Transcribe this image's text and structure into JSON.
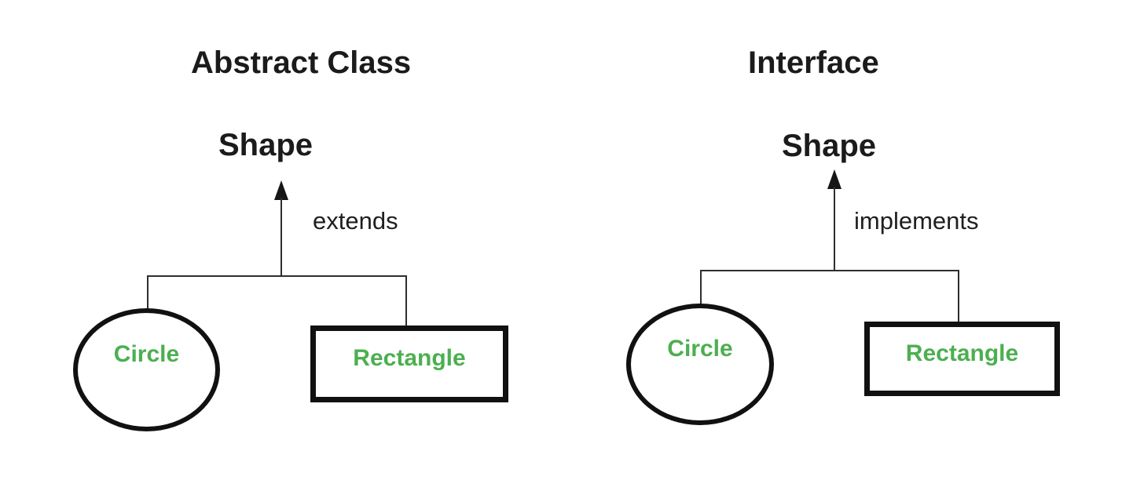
{
  "colors": {
    "background": "#ffffff",
    "text": "#1b1b1b",
    "shape_border": "#111111",
    "connector_line": "#2e2e2e",
    "label_green": "#4caf50"
  },
  "panels": [
    {
      "title": "Abstract Class",
      "parent": "Shape",
      "relation": "extends",
      "children": [
        {
          "label": "Circle",
          "shape": "ellipse"
        },
        {
          "label": "Rectangle",
          "shape": "rectangle"
        }
      ]
    },
    {
      "title": "Interface",
      "parent": "Shape",
      "relation": "implements",
      "children": [
        {
          "label": "Circle",
          "shape": "ellipse"
        },
        {
          "label": "Rectangle",
          "shape": "rectangle"
        }
      ]
    }
  ]
}
